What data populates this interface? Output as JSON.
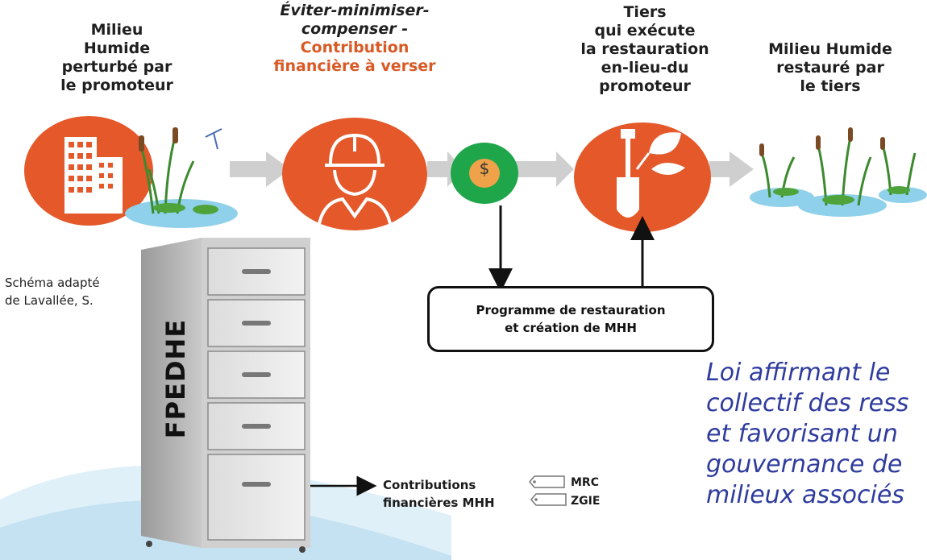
{
  "steps": [
    {
      "line1": "Milieu",
      "line2": "Humide",
      "line3": "perturbé par",
      "line4": "le promoteur"
    },
    {
      "line1": "Éviter-minimiser-",
      "line2": "compenser -",
      "line3": "Contribution",
      "line4": "financière à verser"
    },
    {
      "line1": "Tiers",
      "line2": "qui exécute",
      "line3": "la restauration",
      "line4": "en-lieu-du",
      "line5": "promoteur"
    },
    {
      "line1": "Milieu Humide",
      "line2": "restauré par",
      "line3": "le tiers"
    }
  ],
  "money_symbol": "$",
  "program": {
    "line1": "Programme de restauration",
    "line2": "et création de MHH"
  },
  "source_note": {
    "line1": "Schéma adapté",
    "line2": "de Lavallée, S."
  },
  "cabinet_label": "FPEDHE",
  "contributions": {
    "line1": "Contributions",
    "line2": "financières MHH"
  },
  "tags": [
    "MRC",
    "ZGIE"
  ],
  "law_text": [
    "Loi affirmant le",
    "collectif des ress",
    "et favorisant un",
    "gouvernance de",
    "milieux associés"
  ],
  "colors": {
    "orange": "#e4582a",
    "green": "#1fa64a",
    "arrow_gray": "#cfcfcf",
    "law_blue": "#2f3c9e"
  }
}
